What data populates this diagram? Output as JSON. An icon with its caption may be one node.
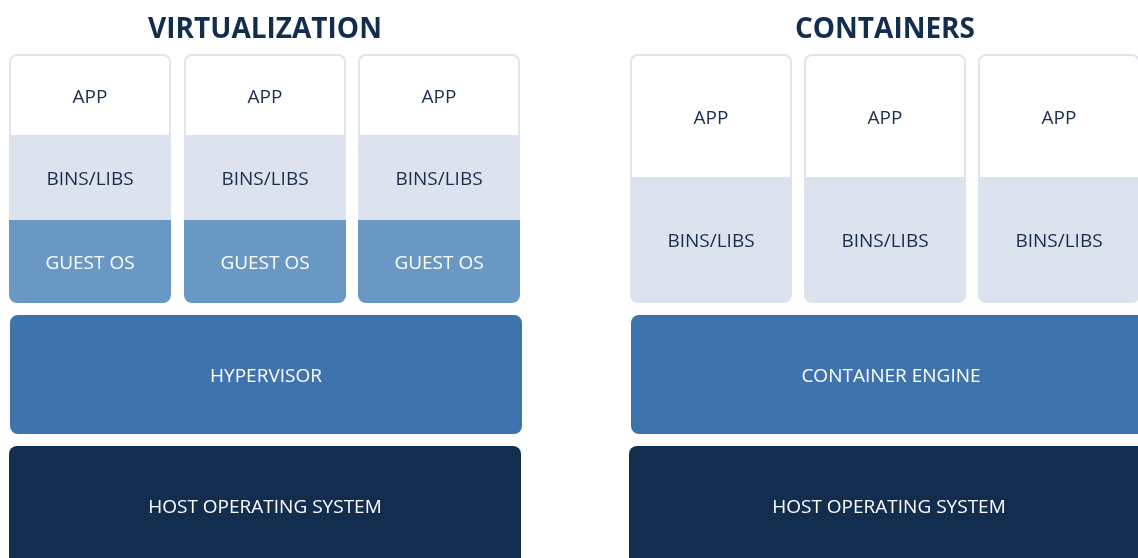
{
  "diagram": {
    "nodes": [
      {
        "text": [
          "APP"
        ]
      },
      {
        "text": [
          "APP"
        ]
      },
      {
        "text": [
          "APP"
        ]
      },
      {
        "text": [
          "BINS/LIBS"
        ]
      },
      {
        "text": [
          "BINS/LIBS"
        ]
      },
      {
        "text": [
          "BINS/LIBS"
        ]
      },
      {
        "text": [
          "GUEST OS"
        ]
      },
      {
        "text": [
          "GUEST OS"
        ]
      },
      {
        "text": [
          "GUEST OS"
        ]
      },
      {
        "text": [
          "HYPERVISOR"
        ]
      },
      {
        "text": [
          "HOST OPERATING SYSTEM"
        ]
      },
      {
        "text": [
          "APP"
        ]
      },
      {
        "text": [
          "APP"
        ]
      },
      {
        "text": [
          "APP"
        ]
      },
      {
        "text": [
          "BINS/LIBS"
        ]
      },
      {
        "text": [
          "BINS/LIBS"
        ]
      },
      {
        "text": [
          "BINS/LIBS"
        ]
      },
      {
        "text": [
          "CONTAINER ENGINE"
        ]
      },
      {
        "text": [
          "HOST OPERATING SYSTEM"
        ]
      }
    ],
    "labels": [
      "VIRTUALIZATION",
      "CONTAINERS"
    ]
  }
}
